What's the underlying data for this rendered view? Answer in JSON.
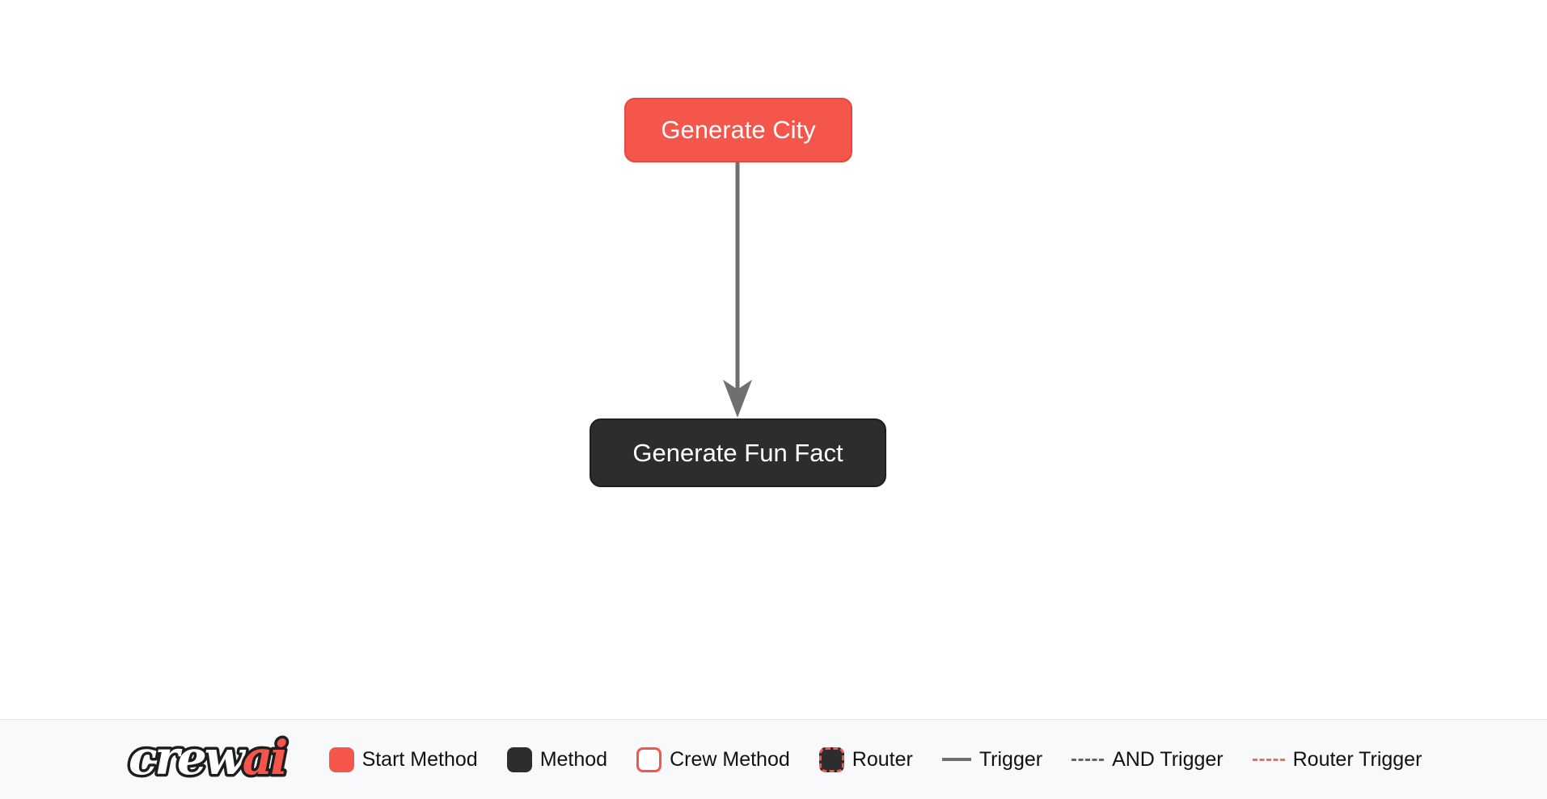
{
  "canvas": {
    "background": "#ffffff",
    "nodes": [
      {
        "id": "generate_city",
        "label": "Generate City",
        "type": "start-method",
        "fill": "#f5564c",
        "text_color": "#ffffff"
      },
      {
        "id": "generate_fun_fact",
        "label": "Generate Fun Fact",
        "type": "method",
        "fill": "#2d2d2d",
        "text_color": "#ffffff"
      }
    ],
    "edges": [
      {
        "from": "generate_city",
        "to": "generate_fun_fact",
        "type": "trigger",
        "color": "#6f6f6f",
        "direction": "down"
      }
    ]
  },
  "footer": {
    "background": "#f8f9fa",
    "logo": {
      "part1": "crew",
      "part2": "ai",
      "part1_color": "#ffffff",
      "part2_color": "#f5564c",
      "outline_color": "#1e1e1e"
    },
    "legend": [
      {
        "label": "Start Method",
        "swatch": "red-rounded-square",
        "color": "#f5564c"
      },
      {
        "label": "Method",
        "swatch": "dark-rounded-square",
        "color": "#2d2d2d"
      },
      {
        "label": "Crew Method",
        "swatch": "white-square-red-border",
        "color": "#f5564c"
      },
      {
        "label": "Router",
        "swatch": "dark-square-red-dashed-border",
        "color": "#2d2d2d"
      },
      {
        "label": "Trigger",
        "swatch": "solid-gray-line",
        "color": "#6f6f6f"
      },
      {
        "label": "AND Trigger",
        "swatch": "dashed-gray-line",
        "color": "#666666"
      },
      {
        "label": "Router Trigger",
        "swatch": "dashed-red-line",
        "color": "#f2685f"
      }
    ]
  }
}
